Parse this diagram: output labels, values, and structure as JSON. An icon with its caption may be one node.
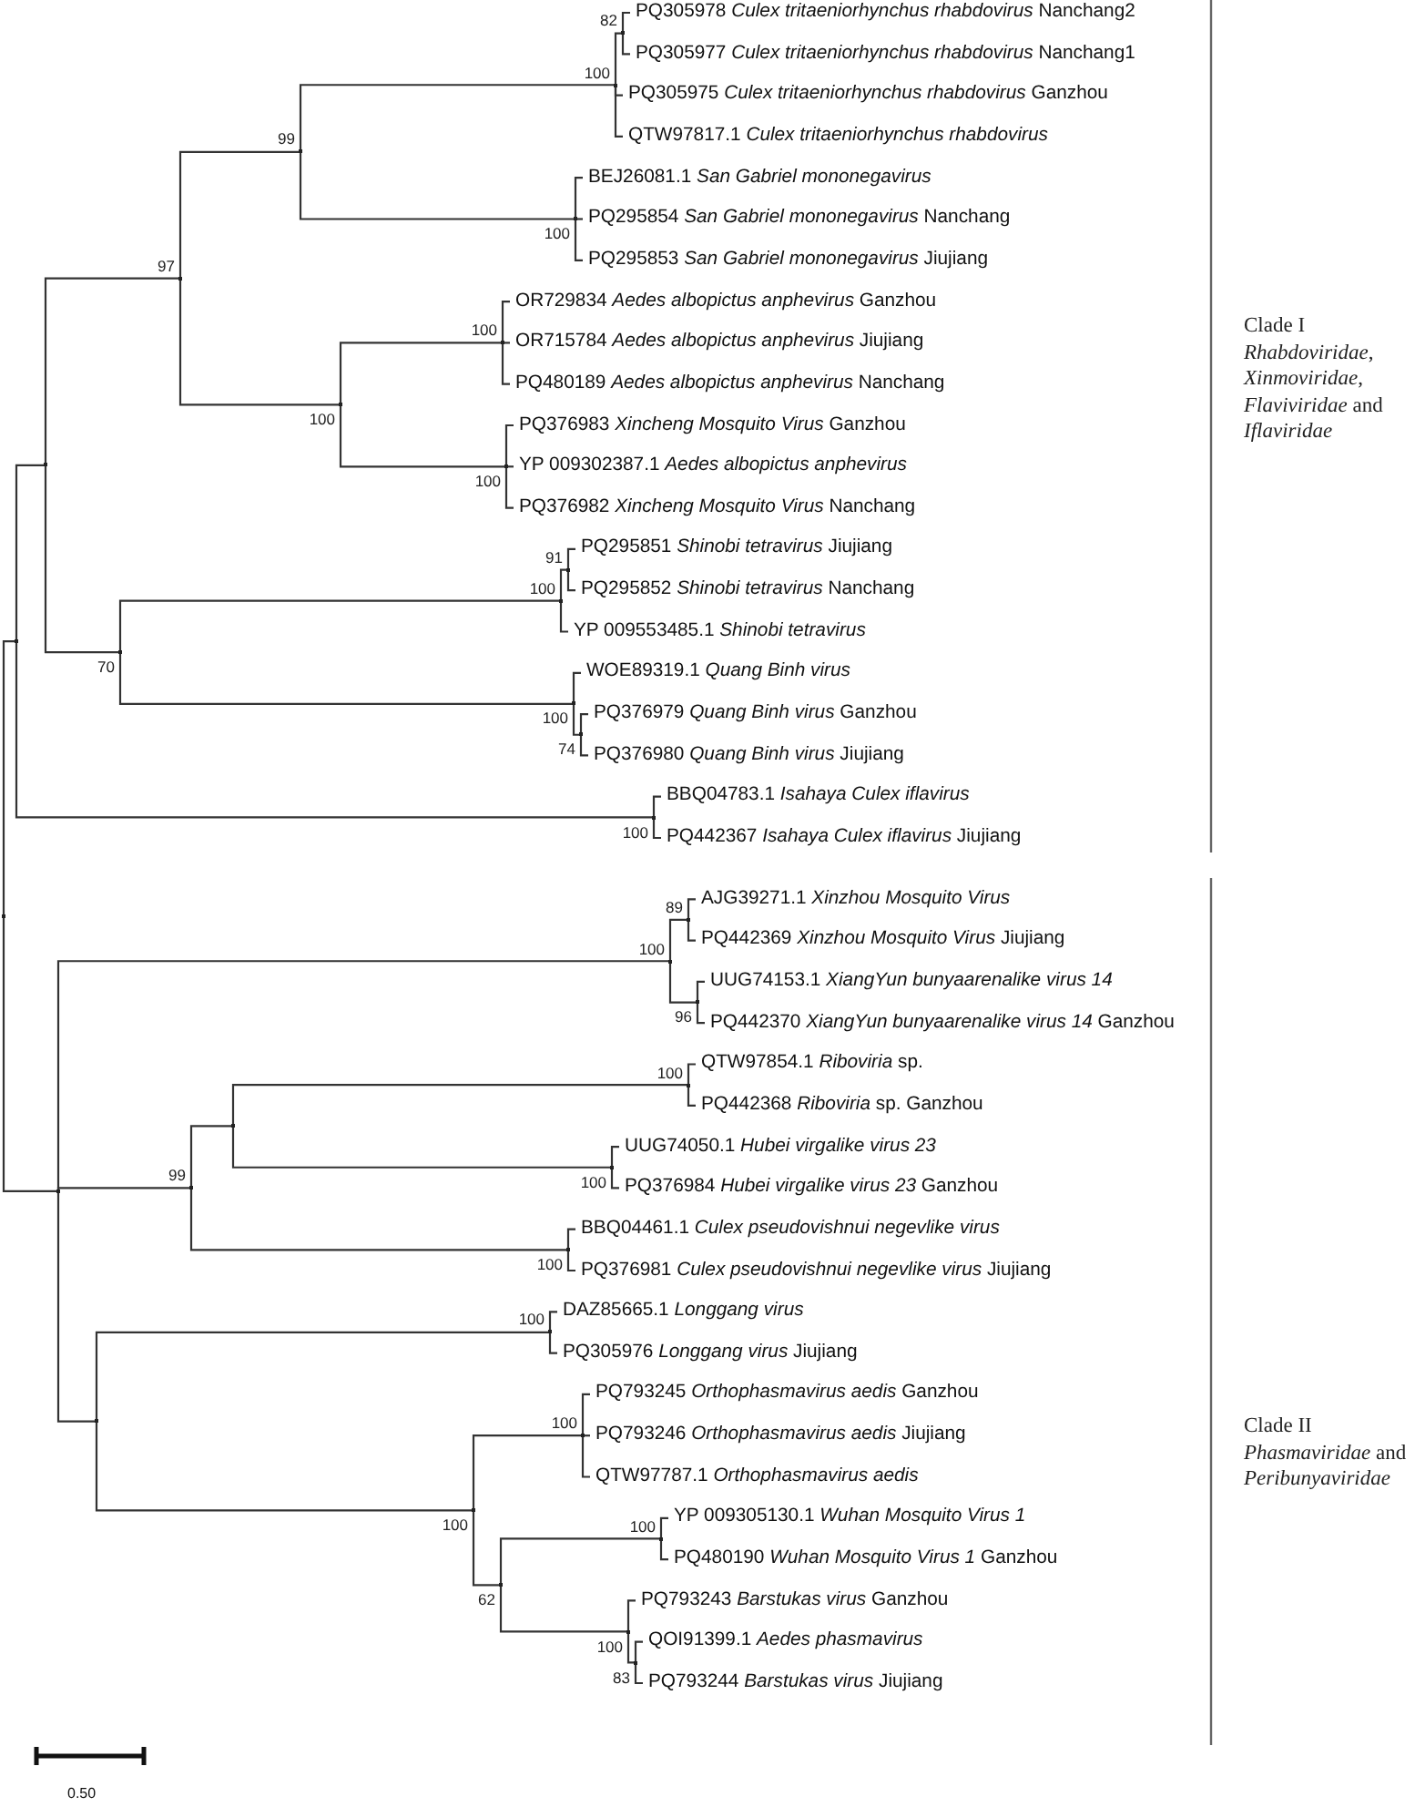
{
  "diagram": {
    "nodes": [
      {
        "text": [],
        "shape": "point"
      },
      {
        "text": [],
        "shape": "point"
      },
      {
        "text": [],
        "shape": "point"
      },
      {
        "text": [],
        "shape": "point",
        "beside": [
          "97"
        ]
      },
      {
        "text": [],
        "shape": "point",
        "beside": [
          "99"
        ]
      },
      {
        "text": [],
        "shape": "point",
        "beside": [
          "100"
        ]
      },
      {
        "text": [],
        "shape": "point",
        "beside": [
          "82"
        ]
      },
      {
        "text": [
          "PQ305978 *Culex tritaeniorhynchus rhabdovirus* Nanchang2"
        ]
      },
      {
        "text": [
          "PQ305977 *Culex tritaeniorhynchus rhabdovirus* Nanchang1"
        ]
      },
      {
        "text": [
          "PQ305975 *Culex tritaeniorhynchus rhabdovirus* Ganzhou"
        ]
      },
      {
        "text": [
          "QTW97817.1 *Culex tritaeniorhynchus rhabdovirus*"
        ]
      },
      {
        "text": [],
        "shape": "point",
        "beside": [
          "100"
        ]
      },
      {
        "text": [
          "BEJ26081.1 *San Gabriel mononegavirus*"
        ]
      },
      {
        "text": [
          "PQ295854 *San Gabriel mononegavirus* Nanchang"
        ]
      },
      {
        "text": [
          "PQ295853 *San Gabriel mononegavirus* Jiujiang"
        ]
      },
      {
        "text": [],
        "shape": "point",
        "beside": [
          "100"
        ]
      },
      {
        "text": [],
        "shape": "point",
        "beside": [
          "100"
        ]
      },
      {
        "text": [
          "OR729834 *Aedes albopictus anphevirus* Ganzhou"
        ]
      },
      {
        "text": [
          "OR715784 *Aedes albopictus anphevirus* Jiujiang"
        ]
      },
      {
        "text": [
          "PQ480189 *Aedes albopictus anphevirus* Nanchang"
        ]
      },
      {
        "text": [],
        "shape": "point",
        "beside": [
          "100"
        ]
      },
      {
        "text": [
          "PQ376983 *Xincheng Mosquito Virus* Ganzhou"
        ]
      },
      {
        "text": [
          "YP 009302387.1 *Aedes albopictus anphevirus*"
        ]
      },
      {
        "text": [
          "PQ376982 *Xincheng Mosquito Virus* Nanchang"
        ]
      },
      {
        "text": [],
        "shape": "point",
        "beside": [
          "70"
        ]
      },
      {
        "text": [],
        "shape": "point",
        "beside": [
          "100"
        ]
      },
      {
        "text": [],
        "shape": "point",
        "beside": [
          "91"
        ]
      },
      {
        "text": [
          "PQ295851 *Shinobi tetravirus* Jiujiang"
        ]
      },
      {
        "text": [
          "PQ295852 *Shinobi tetravirus* Nanchang"
        ]
      },
      {
        "text": [
          "YP 009553485.1 *Shinobi tetravirus*"
        ]
      },
      {
        "text": [],
        "shape": "point",
        "beside": [
          "100"
        ]
      },
      {
        "text": [
          "WOE89319.1 *Quang Binh virus*"
        ]
      },
      {
        "text": [],
        "shape": "point",
        "beside": [
          "74"
        ]
      },
      {
        "text": [
          "PQ376979 *Quang Binh virus* Ganzhou"
        ]
      },
      {
        "text": [
          "PQ376980 *Quang Binh virus* Jiujiang"
        ]
      },
      {
        "text": [],
        "shape": "point",
        "beside": [
          "100"
        ]
      },
      {
        "text": [
          "BBQ04783.1 *Isahaya Culex iflavirus*"
        ]
      },
      {
        "text": [
          "PQ442367 *Isahaya Culex iflavirus* Jiujiang"
        ]
      },
      {
        "text": [],
        "shape": "point"
      },
      {
        "text": [],
        "shape": "point",
        "beside": [
          "100"
        ]
      },
      {
        "text": [],
        "shape": "point",
        "beside": [
          "89"
        ]
      },
      {
        "text": [
          "AJG39271.1 *Xinzhou Mosquito Virus*"
        ]
      },
      {
        "text": [
          "PQ442369 *Xinzhou Mosquito Virus* Jiujiang"
        ]
      },
      {
        "text": [],
        "shape": "point",
        "beside": [
          "96"
        ]
      },
      {
        "text": [
          "UUG74153.1 *XiangYun bunyaarenalike virus 14*"
        ]
      },
      {
        "text": [
          "PQ442370 *XiangYun bunyaarenalike virus 14* Ganzhou"
        ]
      },
      {
        "text": [],
        "shape": "point",
        "beside": [
          "99"
        ]
      },
      {
        "text": [],
        "shape": "point"
      },
      {
        "text": [],
        "shape": "point",
        "beside": [
          "100"
        ]
      },
      {
        "text": [
          "QTW97854.1 *Riboviria* sp."
        ]
      },
      {
        "text": [
          "PQ442368 *Riboviria* sp. Ganzhou"
        ]
      },
      {
        "text": [],
        "shape": "point",
        "beside": [
          "100"
        ]
      },
      {
        "text": [
          "UUG74050.1 *Hubei virgalike virus 23*"
        ]
      },
      {
        "text": [
          "PQ376984 *Hubei virgalike virus 23* Ganzhou"
        ]
      },
      {
        "text": [],
        "shape": "point",
        "beside": [
          "100"
        ]
      },
      {
        "text": [
          "BBQ04461.1 *Culex pseudovishnui negevlike virus*"
        ]
      },
      {
        "text": [
          "PQ376981 *Culex pseudovishnui negevlike virus* Jiujiang"
        ]
      },
      {
        "text": [],
        "shape": "point"
      },
      {
        "text": [],
        "shape": "point",
        "beside": [
          "100"
        ]
      },
      {
        "text": [
          "DAZ85665.1 *Longgang virus*"
        ]
      },
      {
        "text": [
          "PQ305976 *Longgang virus* Jiujiang"
        ]
      },
      {
        "text": [],
        "shape": "point",
        "beside": [
          "100"
        ]
      },
      {
        "text": [],
        "shape": "point",
        "beside": [
          "100"
        ]
      },
      {
        "text": [
          "PQ793245 *Orthophasmavirus aedis* Ganzhou"
        ]
      },
      {
        "text": [
          "PQ793246 *Orthophasmavirus aedis* Jiujiang"
        ]
      },
      {
        "text": [
          "QTW97787.1 *Orthophasmavirus aedis*"
        ]
      },
      {
        "text": [],
        "shape": "point",
        "beside": [
          "62"
        ]
      },
      {
        "text": [],
        "shape": "point",
        "beside": [
          "100"
        ]
      },
      {
        "text": [
          "YP 009305130.1 *Wuhan Mosquito Virus 1*"
        ]
      },
      {
        "text": [
          "PQ480190 *Wuhan Mosquito Virus 1* Ganzhou"
        ]
      },
      {
        "text": [],
        "shape": "point",
        "beside": [
          "100"
        ]
      },
      {
        "text": [
          "PQ793243 *Barstukas virus* Ganzhou"
        ]
      },
      {
        "text": [],
        "shape": "point",
        "beside": [
          "83"
        ]
      },
      {
        "text": [
          "QOI91399.1 *Aedes phasmavirus*"
        ]
      },
      {
        "text": [
          "PQ793244 *Barstukas virus* Jiujiang"
        ]
      }
    ],
    "edges": [
      {
        "from": 0,
        "to": 1,
        "arrow": "none"
      },
      {
        "from": 1,
        "to": 2,
        "arrow": "none"
      },
      {
        "from": 2,
        "to": 3,
        "arrow": "none"
      },
      {
        "from": 3,
        "to": 4,
        "arrow": "none"
      },
      {
        "from": 4,
        "to": 5,
        "arrow": "none"
      },
      {
        "from": 5,
        "to": 6,
        "arrow": "none"
      },
      {
        "from": 6,
        "to": 7,
        "arrow": "none"
      },
      {
        "from": 6,
        "to": 8,
        "arrow": "none"
      },
      {
        "from": 5,
        "to": 9,
        "arrow": "none"
      },
      {
        "from": 5,
        "to": 10,
        "arrow": "none"
      },
      {
        "from": 4,
        "to": 11,
        "arrow": "none"
      },
      {
        "from": 11,
        "to": 12,
        "arrow": "none"
      },
      {
        "from": 11,
        "to": 13,
        "arrow": "none"
      },
      {
        "from": 11,
        "to": 14,
        "arrow": "none"
      },
      {
        "from": 3,
        "to": 15,
        "arrow": "none"
      },
      {
        "from": 15,
        "to": 16,
        "arrow": "none"
      },
      {
        "from": 16,
        "to": 17,
        "arrow": "none"
      },
      {
        "from": 16,
        "to": 18,
        "arrow": "none"
      },
      {
        "from": 16,
        "to": 19,
        "arrow": "none"
      },
      {
        "from": 15,
        "to": 20,
        "arrow": "none"
      },
      {
        "from": 20,
        "to": 21,
        "arrow": "none"
      },
      {
        "from": 20,
        "to": 22,
        "arrow": "none"
      },
      {
        "from": 20,
        "to": 23,
        "arrow": "none"
      },
      {
        "from": 2,
        "to": 24,
        "arrow": "none"
      },
      {
        "from": 24,
        "to": 25,
        "arrow": "none"
      },
      {
        "from": 25,
        "to": 26,
        "arrow": "none"
      },
      {
        "from": 26,
        "to": 27,
        "arrow": "none"
      },
      {
        "from": 26,
        "to": 28,
        "arrow": "none"
      },
      {
        "from": 25,
        "to": 29,
        "arrow": "none"
      },
      {
        "from": 24,
        "to": 30,
        "arrow": "none"
      },
      {
        "from": 30,
        "to": 31,
        "arrow": "none"
      },
      {
        "from": 30,
        "to": 32,
        "arrow": "none"
      },
      {
        "from": 32,
        "to": 33,
        "arrow": "none"
      },
      {
        "from": 32,
        "to": 34,
        "arrow": "none"
      },
      {
        "from": 1,
        "to": 35,
        "arrow": "none"
      },
      {
        "from": 35,
        "to": 36,
        "arrow": "none"
      },
      {
        "from": 35,
        "to": 37,
        "arrow": "none"
      },
      {
        "from": 0,
        "to": 38,
        "arrow": "none"
      },
      {
        "from": 38,
        "to": 39,
        "arrow": "none"
      },
      {
        "from": 39,
        "to": 40,
        "arrow": "none"
      },
      {
        "from": 40,
        "to": 41,
        "arrow": "none"
      },
      {
        "from": 40,
        "to": 42,
        "arrow": "none"
      },
      {
        "from": 39,
        "to": 43,
        "arrow": "none"
      },
      {
        "from": 43,
        "to": 44,
        "arrow": "none"
      },
      {
        "from": 43,
        "to": 45,
        "arrow": "none"
      },
      {
        "from": 38,
        "to": 46,
        "arrow": "none"
      },
      {
        "from": 46,
        "to": 47,
        "arrow": "none"
      },
      {
        "from": 47,
        "to": 48,
        "arrow": "none"
      },
      {
        "from": 48,
        "to": 49,
        "arrow": "none"
      },
      {
        "from": 48,
        "to": 50,
        "arrow": "none"
      },
      {
        "from": 47,
        "to": 51,
        "arrow": "none"
      },
      {
        "from": 51,
        "to": 52,
        "arrow": "none"
      },
      {
        "from": 51,
        "to": 53,
        "arrow": "none"
      },
      {
        "from": 46,
        "to": 54,
        "arrow": "none"
      },
      {
        "from": 54,
        "to": 55,
        "arrow": "none"
      },
      {
        "from": 54,
        "to": 56,
        "arrow": "none"
      },
      {
        "from": 38,
        "to": 57,
        "arrow": "none"
      },
      {
        "from": 57,
        "to": 58,
        "arrow": "none"
      },
      {
        "from": 58,
        "to": 59,
        "arrow": "none"
      },
      {
        "from": 58,
        "to": 60,
        "arrow": "none"
      },
      {
        "from": 57,
        "to": 61,
        "arrow": "none"
      },
      {
        "from": 61,
        "to": 62,
        "arrow": "none"
      },
      {
        "from": 62,
        "to": 63,
        "arrow": "none"
      },
      {
        "from": 62,
        "to": 64,
        "arrow": "none"
      },
      {
        "from": 62,
        "to": 65,
        "arrow": "none"
      },
      {
        "from": 61,
        "to": 66,
        "arrow": "none"
      },
      {
        "from": 66,
        "to": 67,
        "arrow": "none"
      },
      {
        "from": 67,
        "to": 68,
        "arrow": "none"
      },
      {
        "from": 67,
        "to": 69,
        "arrow": "none"
      },
      {
        "from": 66,
        "to": 70,
        "arrow": "none"
      },
      {
        "from": 70,
        "to": 71,
        "arrow": "none"
      },
      {
        "from": 70,
        "to": 72,
        "arrow": "none"
      },
      {
        "from": 72,
        "to": 73,
        "arrow": "none"
      },
      {
        "from": 72,
        "to": 74,
        "arrow": "none"
      }
    ],
    "labels": [
      "Clade I *Rhabdoviridae*, *Xinmoviridae*, *Flaviviridae* and *Iflaviridae*",
      "Clade II *Phasmaviridae* and *Peribunyaviridae*",
      "0.50"
    ]
  }
}
